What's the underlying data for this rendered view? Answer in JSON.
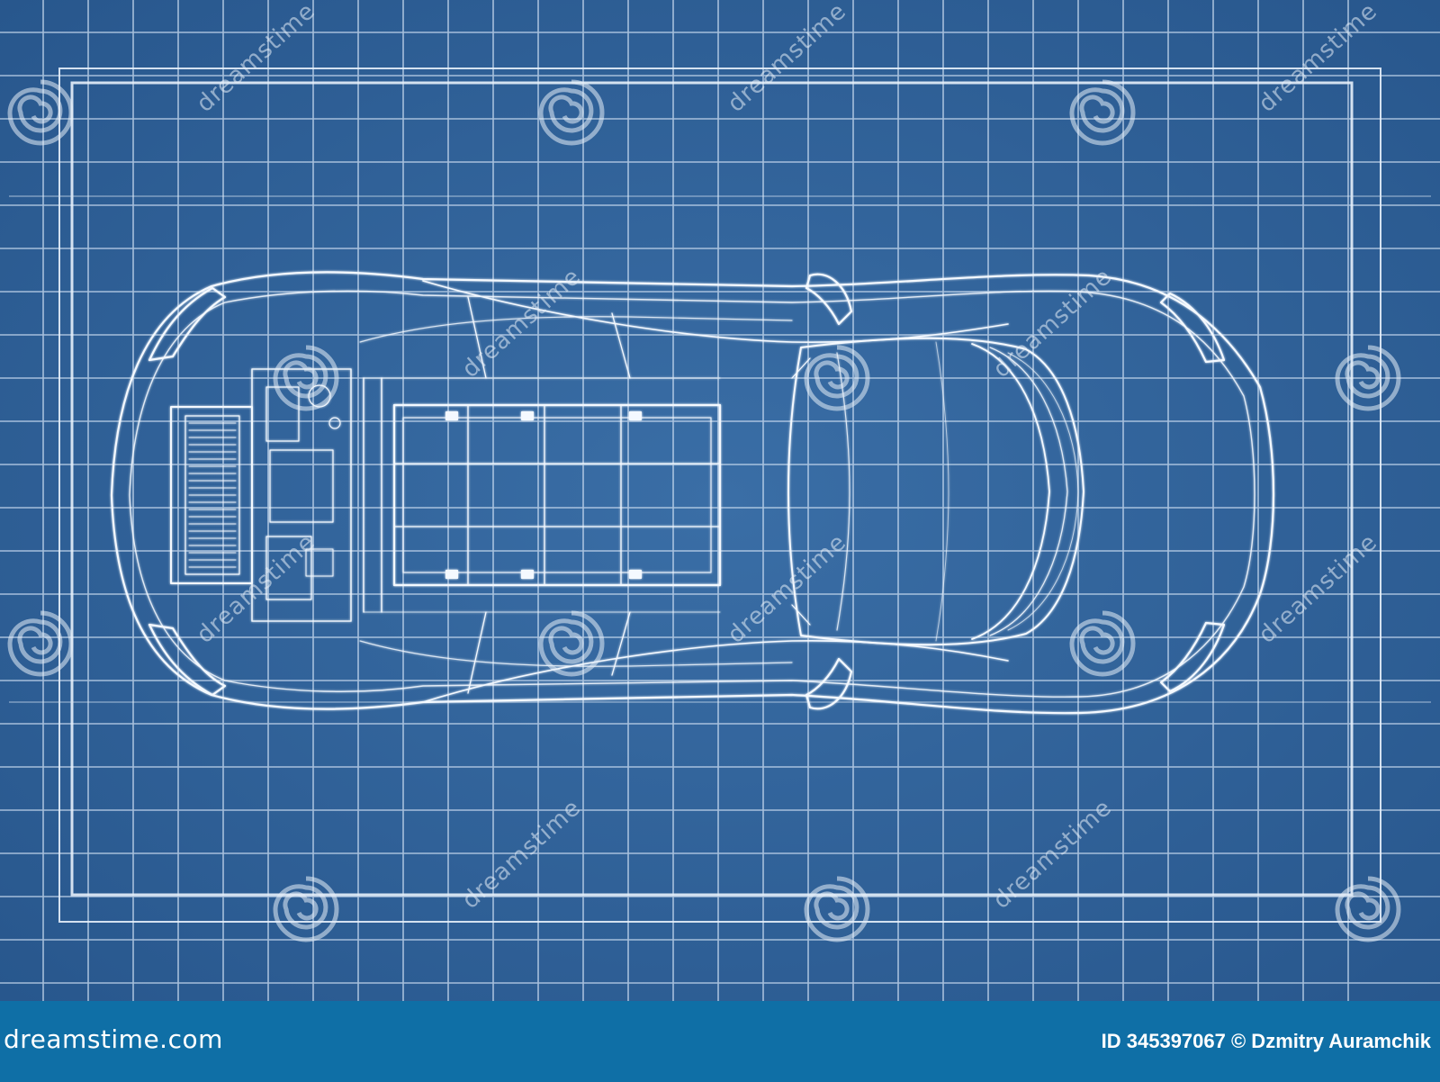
{
  "image": {
    "subject": "car-blueprint",
    "colors": {
      "background": "#2d5f97",
      "line": "#ffffff",
      "footer": "#0f6fa6"
    }
  },
  "watermark": {
    "text": "dreamstime"
  },
  "footer": {
    "logo_text": "dreamstime.com",
    "credit_text": "ID 345397067 © Dzmitry Auramchik"
  }
}
